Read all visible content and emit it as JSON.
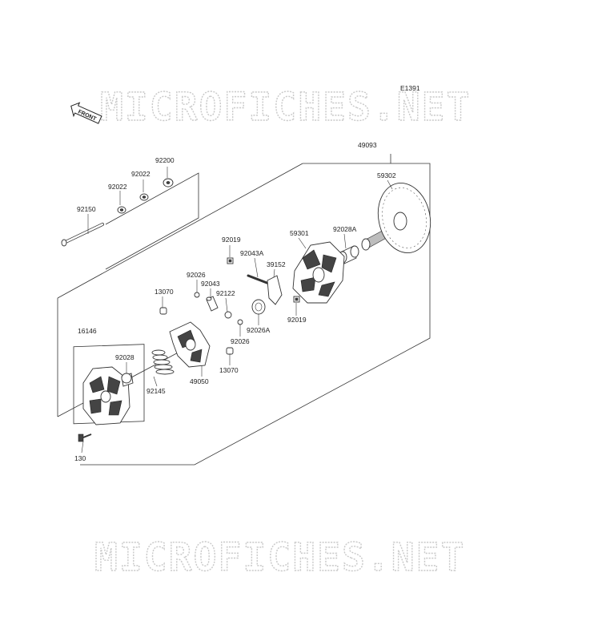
{
  "diagram_id": "E1391",
  "watermark": "MICROFICHES.NET",
  "front_badge": "FRONT",
  "parts": [
    {
      "id": "p49093",
      "label": "49093"
    },
    {
      "id": "p59302",
      "label": "59302"
    },
    {
      "id": "p92200",
      "label": "92200"
    },
    {
      "id": "p92022a",
      "label": "92022"
    },
    {
      "id": "p92022b",
      "label": "92022"
    },
    {
      "id": "p92150",
      "label": "92150"
    },
    {
      "id": "p92028A",
      "label": "92028A"
    },
    {
      "id": "p59301",
      "label": "59301"
    },
    {
      "id": "p92019a",
      "label": "92019"
    },
    {
      "id": "p92043A",
      "label": "92043A"
    },
    {
      "id": "p39152",
      "label": "39152"
    },
    {
      "id": "p92026a",
      "label": "92026"
    },
    {
      "id": "p92043",
      "label": "92043"
    },
    {
      "id": "p92122",
      "label": "92122"
    },
    {
      "id": "p13070a",
      "label": "13070"
    },
    {
      "id": "p92019b",
      "label": "92019"
    },
    {
      "id": "p92026A",
      "label": "92026A"
    },
    {
      "id": "p92026b",
      "label": "92026"
    },
    {
      "id": "p16146",
      "label": "16146"
    },
    {
      "id": "p92028",
      "label": "92028"
    },
    {
      "id": "p13070b",
      "label": "13070"
    },
    {
      "id": "p49050",
      "label": "49050"
    },
    {
      "id": "p92145",
      "label": "92145"
    },
    {
      "id": "p130",
      "label": "130"
    }
  ]
}
